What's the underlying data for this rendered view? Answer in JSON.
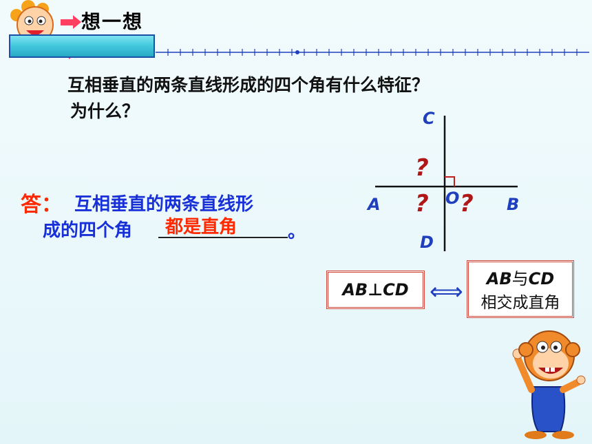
{
  "header": {
    "title": "想一想"
  },
  "question": {
    "line1": "互相垂直的两条直线形成的四个角有什么特征？",
    "line2": "为什么？"
  },
  "answer": {
    "label": "答：",
    "text_line1": "互相垂直的两条直线形",
    "text_line2": "成的四个角",
    "fill": "都是直角",
    "period": "。"
  },
  "diagram": {
    "label_c": "C",
    "label_d": "D",
    "label_a": "A",
    "label_b": "B",
    "label_o": "O",
    "q_top": "?",
    "q_left": "?",
    "q_right": "?"
  },
  "relation": {
    "left_box": "AB⊥CD",
    "symbol": "⟺",
    "right_box_line1_a": "AB",
    "right_box_line1_b": "与",
    "right_box_line1_c": "CD",
    "right_box_line2": "相交成直角"
  },
  "colors": {
    "accent_red": "#ff2a00",
    "accent_blue": "#1830d8",
    "label_blue": "#1f3fbf",
    "qmark_red": "#b01818"
  }
}
